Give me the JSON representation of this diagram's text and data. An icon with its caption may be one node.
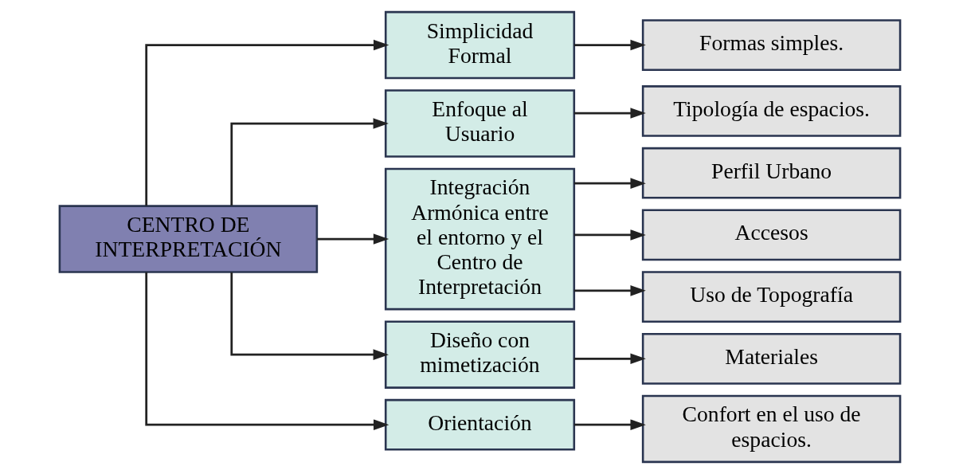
{
  "diagram": {
    "nodes": [
      {
        "text": [
          "CENTRO DE INTERPRETACIÓN"
        ]
      },
      {
        "text": [
          "Simplicidad Formal"
        ]
      },
      {
        "text": [
          "Enfoque al Usuario"
        ]
      },
      {
        "text": [
          "Integración Armónica entre el entorno y el Centro de Interpretación"
        ]
      },
      {
        "text": [
          "Diseño con mimetización"
        ]
      },
      {
        "text": [
          "Orientación"
        ]
      },
      {
        "text": [
          "Formas simples."
        ]
      },
      {
        "text": [
          "Tipología de espacios."
        ]
      },
      {
        "text": [
          "Perfil Urbano"
        ]
      },
      {
        "text": [
          "Accesos"
        ]
      },
      {
        "text": [
          "Uso de Topografía"
        ]
      },
      {
        "text": [
          "Materiales"
        ]
      },
      {
        "text": [
          "Confort en el uso de espacios."
        ]
      }
    ],
    "edges": [
      {
        "from": 0,
        "to": 1,
        "arrow": "to"
      },
      {
        "from": 0,
        "to": 2,
        "arrow": "to"
      },
      {
        "from": 0,
        "to": 3,
        "arrow": "to"
      },
      {
        "from": 0,
        "to": 4,
        "arrow": "to"
      },
      {
        "from": 0,
        "to": 5,
        "arrow": "to"
      },
      {
        "from": 1,
        "to": 6,
        "arrow": "to"
      },
      {
        "from": 2,
        "to": 7,
        "arrow": "to"
      },
      {
        "from": 3,
        "to": 8,
        "arrow": "to"
      },
      {
        "from": 3,
        "to": 9,
        "arrow": "to"
      },
      {
        "from": 3,
        "to": 10,
        "arrow": "to"
      },
      {
        "from": 4,
        "to": 11,
        "arrow": "to"
      },
      {
        "from": 5,
        "to": 12,
        "arrow": "to"
      }
    ]
  }
}
